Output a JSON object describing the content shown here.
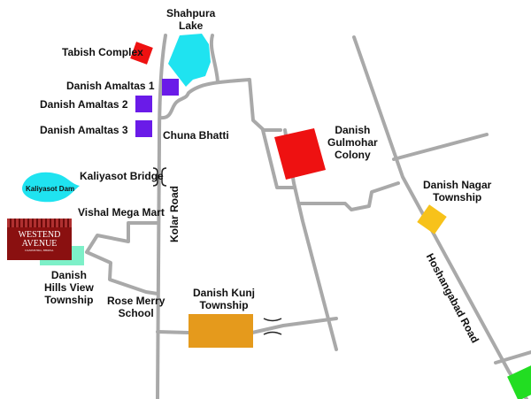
{
  "colors": {
    "road": "#a9a9a9",
    "water": "#1fe3f0",
    "danish_red": "#ee1111",
    "amaltas": "#6a1be8",
    "kunj": "#e59a1c",
    "nagar": "#f7c21a",
    "hills": "#7df0c8",
    "westend": "#8a1010",
    "green": "#22dd22"
  },
  "labels": {
    "shahpura_lake": [
      "Shahpura",
      "Lake"
    ],
    "tabish_complex": "Tabish Complex",
    "danish_amaltas_1": "Danish Amaltas 1",
    "danish_amaltas_2": "Danish Amaltas 2",
    "danish_amaltas_3": "Danish Amaltas 3",
    "chuna_bhatti": "Chuna Bhatti",
    "danish_gulmohar": [
      "Danish",
      "Gulmohar",
      "Colony"
    ],
    "kaliyasot_bridge": "Kaliyasot Bridge",
    "kaliyasot_dam": "Kaliyasot Dam",
    "kolar_road": "Kolar Road",
    "vishal_mega_mart": "Vishal Mega Mart",
    "danish_nagar": [
      "Danish Nagar",
      "Township"
    ],
    "danish_hills": [
      "Danish",
      "Hills View",
      "Township"
    ],
    "rose_merry": [
      "Rose Merry",
      "School"
    ],
    "danish_kunj": [
      "Danish Kunj",
      "Township"
    ],
    "hoshangabad_road": "Hoshangabad Road"
  },
  "logo": {
    "line1": "WESTEND",
    "line2": "AVENUE",
    "tagline": "DANISH HILL, BHOPAL"
  }
}
